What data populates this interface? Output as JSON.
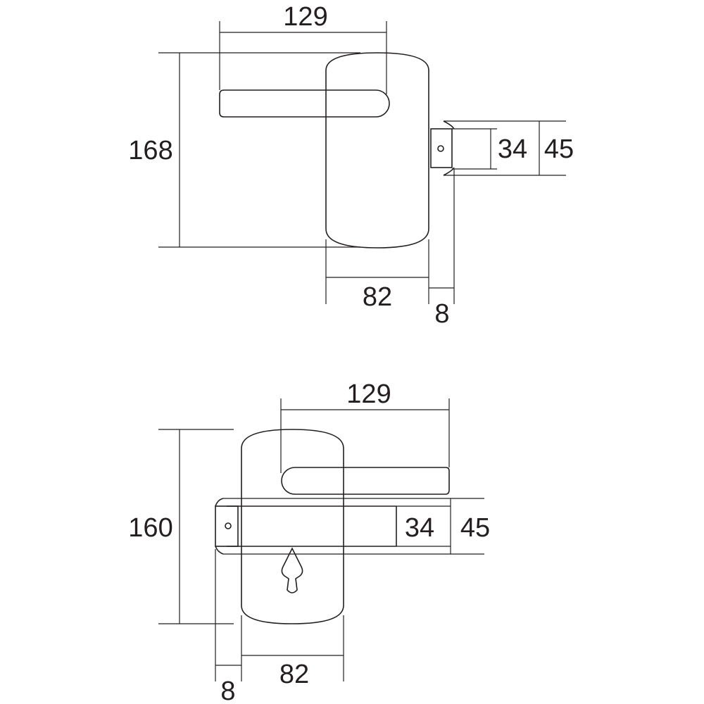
{
  "top_view": {
    "dims": {
      "lever_length": "129",
      "height": "168",
      "body_width": "82",
      "plate_gap": "8",
      "glass_inner": "34",
      "glass_outer": "45"
    }
  },
  "bottom_view": {
    "dims": {
      "lever_length": "129",
      "height": "160",
      "body_width": "82",
      "plate_gap": "8",
      "glass_inner": "34",
      "glass_outer": "45"
    }
  }
}
